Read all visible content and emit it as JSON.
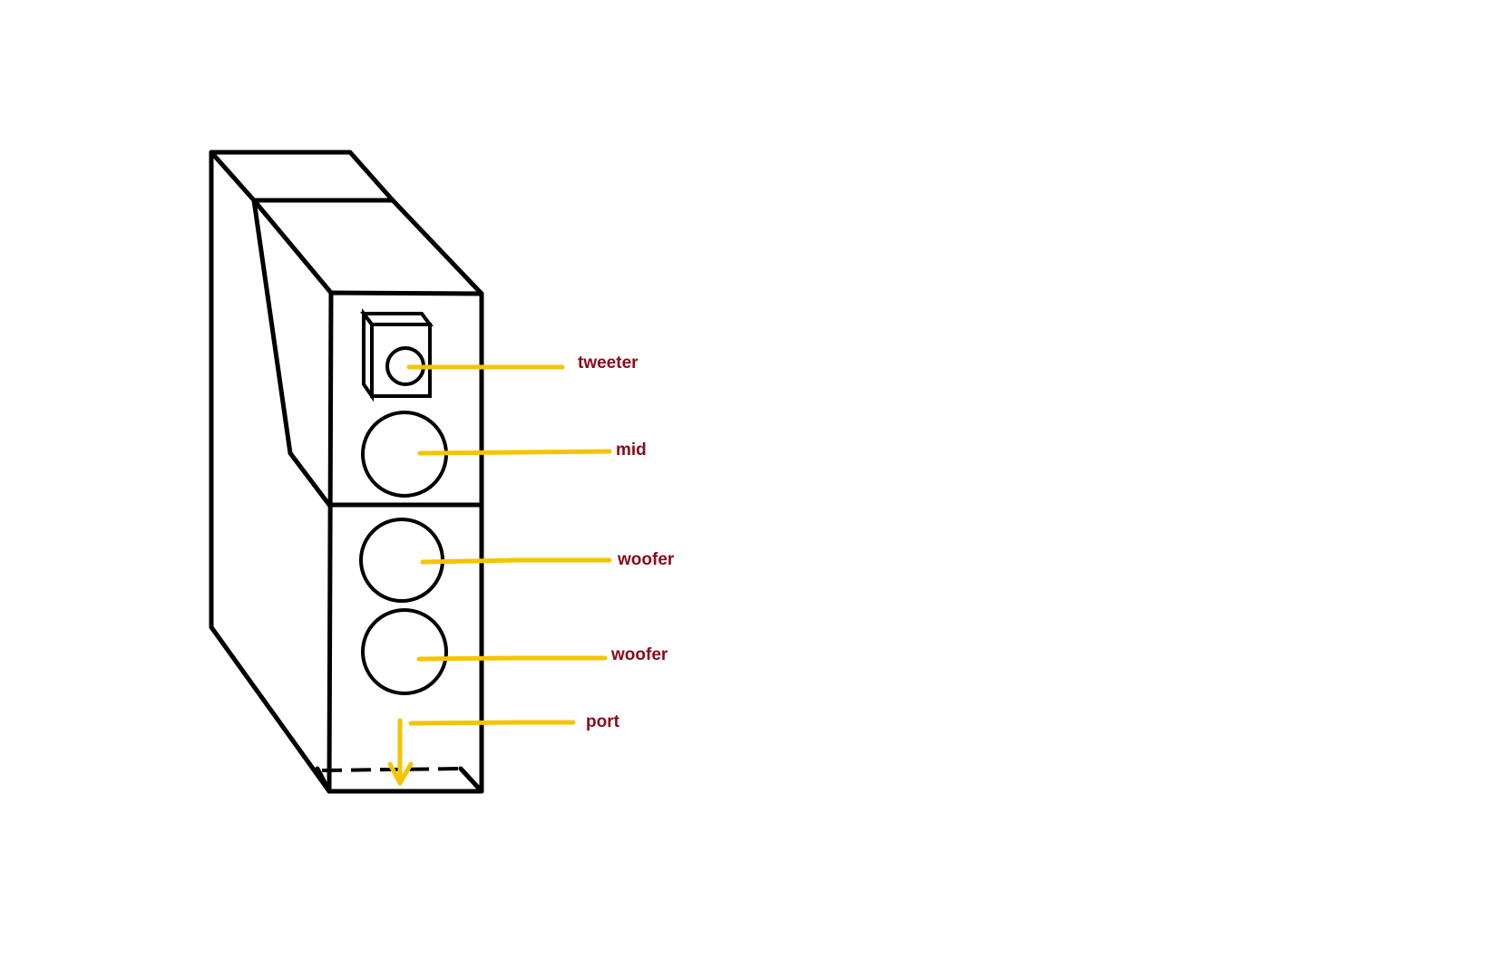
{
  "colors": {
    "background": "#ffffff",
    "outline": "#000000",
    "leader": "#f5c400",
    "label": "#8b0a1a"
  },
  "labels": {
    "tweeter": "tweeter",
    "mid": "mid",
    "woofer_upper": "woofer",
    "woofer_lower": "woofer",
    "port": "port"
  }
}
